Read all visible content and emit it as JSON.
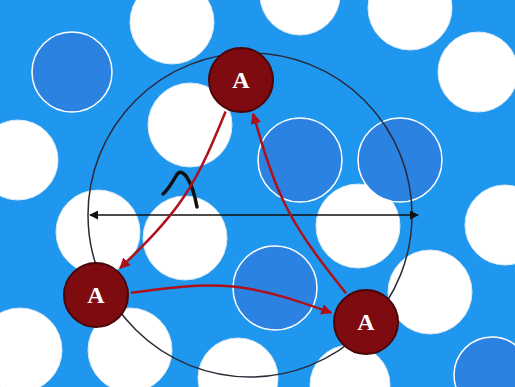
{
  "diagram": {
    "nodes": [
      {
        "text": [
          "A"
        ]
      },
      {
        "text": [
          "A"
        ]
      },
      {
        "text": [
          "A"
        ]
      }
    ],
    "edges": [
      {
        "from": 0,
        "to": 1,
        "arrow": "to"
      },
      {
        "from": 1,
        "to": 2,
        "arrow": "to"
      },
      {
        "from": 2,
        "to": 0,
        "arrow": "to"
      }
    ]
  }
}
